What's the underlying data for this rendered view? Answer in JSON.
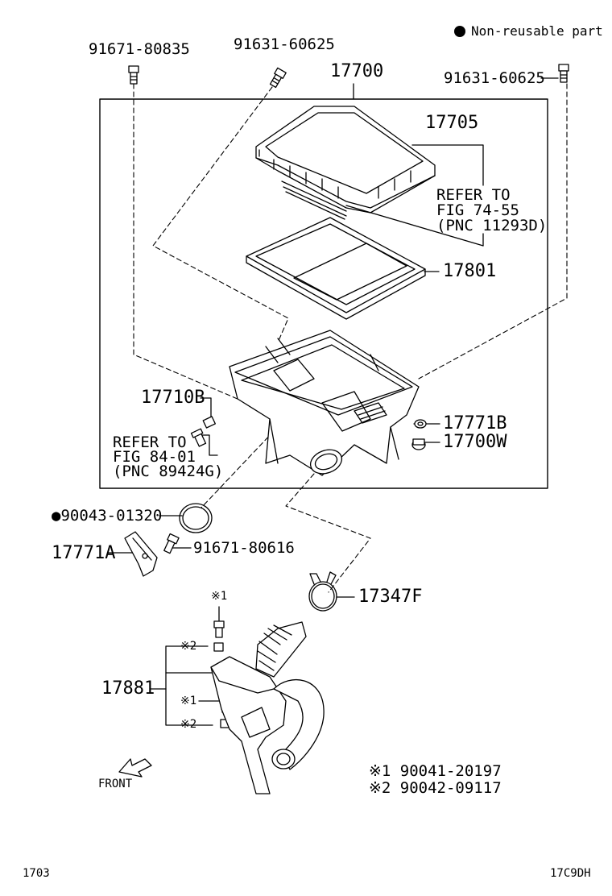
{
  "legend": {
    "bullet": "●",
    "text": "Non-reusable part"
  },
  "labels": {
    "p91671_80835": "91671-80835",
    "p91631_60625_a": "91631-60625",
    "p17700": "17700",
    "p91631_60625_b": "91631-60625",
    "p17705": "17705",
    "refer1_l1": "REFER TO",
    "refer1_l2": "FIG 74-55",
    "refer1_l3": "(PNC 11293D)",
    "p17801": "17801",
    "p17710B": "17710B",
    "p17771B": "17771B",
    "refer2_l1": "REFER TO",
    "refer2_l2": "FIG 84-01",
    "refer2_l3": "(PNC 89424G)",
    "p17700W": "17700W",
    "p90043_01320": "●90043-01320",
    "p17771A": "17771A",
    "p91671_80616": "91671-80616",
    "p17347F": "17347F",
    "mark1_top": "※1",
    "mark2_top": "※2",
    "p17881": "17881",
    "mark1_mid": "※1",
    "mark2_mid": "※2",
    "front": "FRONT",
    "note1": "※1 90041-20197",
    "note2": "※2 90042-09117",
    "footer_left": "1703",
    "footer_right": "17C9DH"
  },
  "colors": {
    "ink": "#000000",
    "paper": "#ffffff"
  }
}
